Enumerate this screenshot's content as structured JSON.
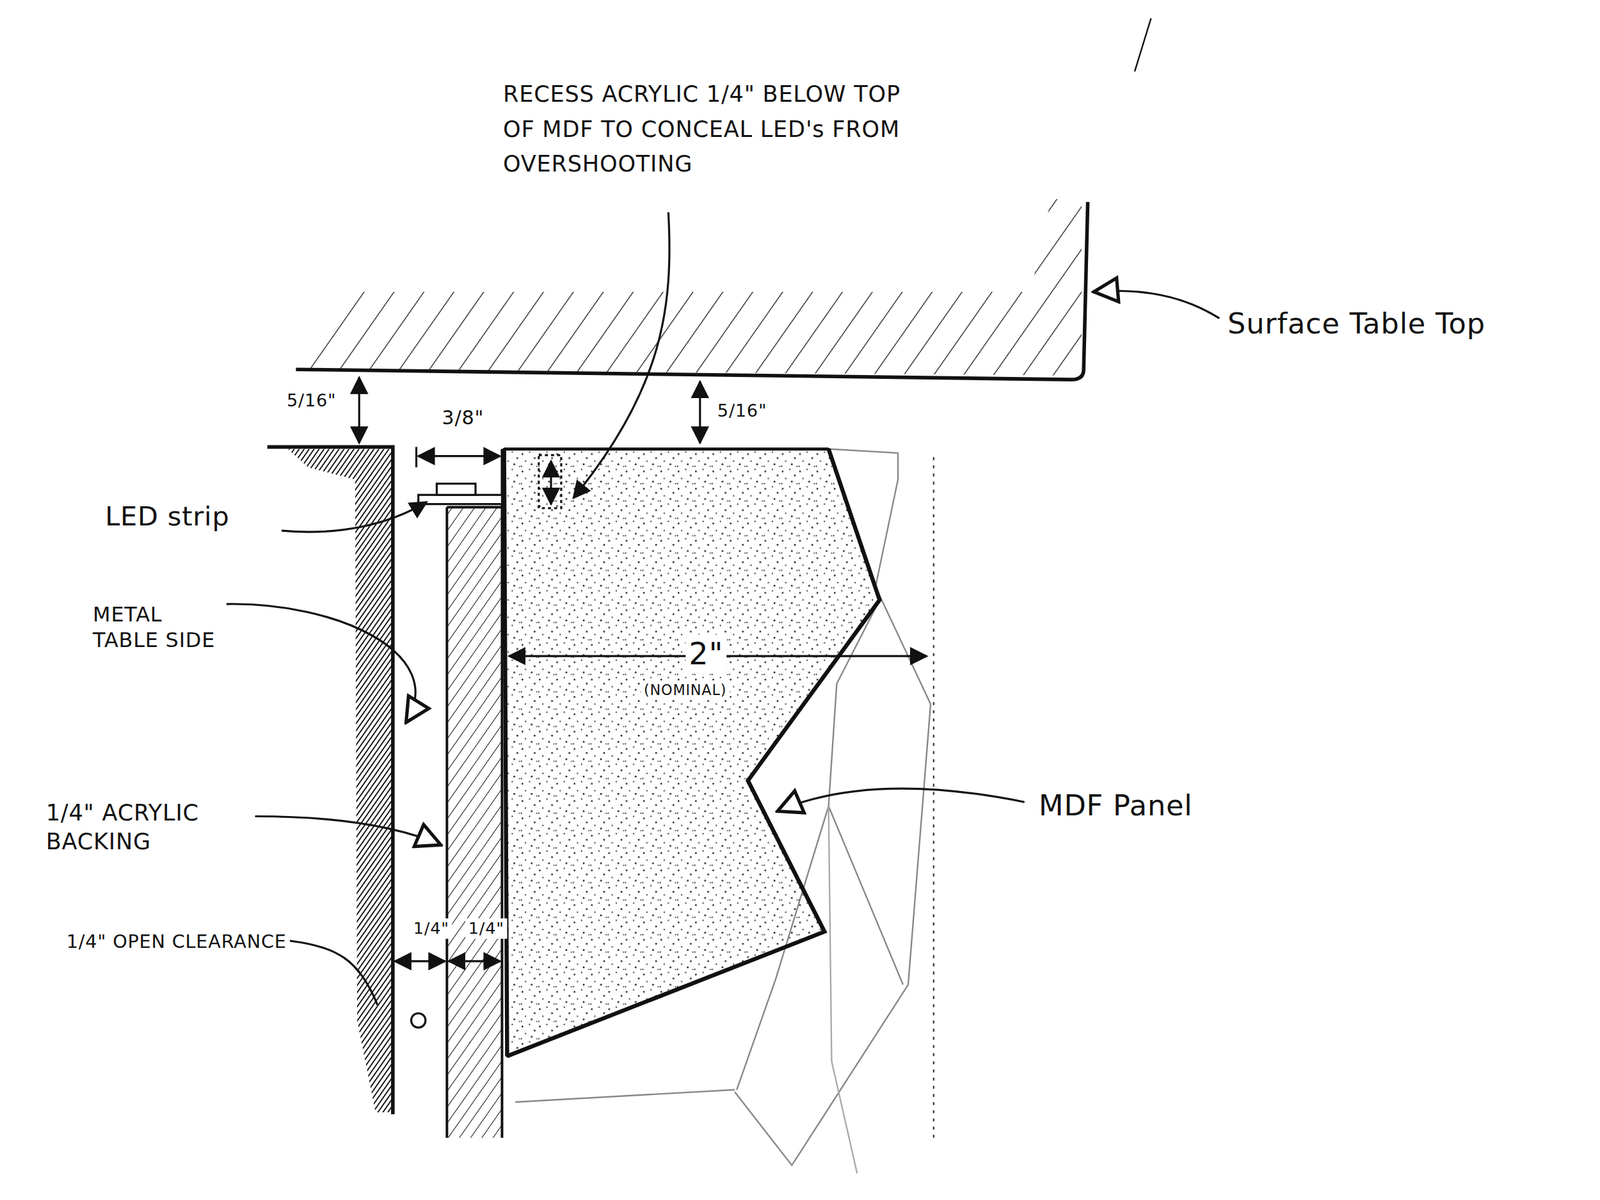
{
  "diagram": {
    "labels": [
      "RECESS ACRYLIC 1/4\" BELOW TOP OF MDF TO CONCEAL LED's FROM OVERSHOOTING",
      "Surface Table Top",
      "5/16\"",
      "5/16\"",
      "3/8\"",
      "LED strip",
      "METAL TABLE SIDE",
      "2\"",
      "(NOMINAL)",
      "MDF Panel",
      "1/4\" ACRYLIC BACKING",
      "1/4\" OPEN CLEARANCE",
      "1/4\"",
      "1/4\""
    ]
  }
}
